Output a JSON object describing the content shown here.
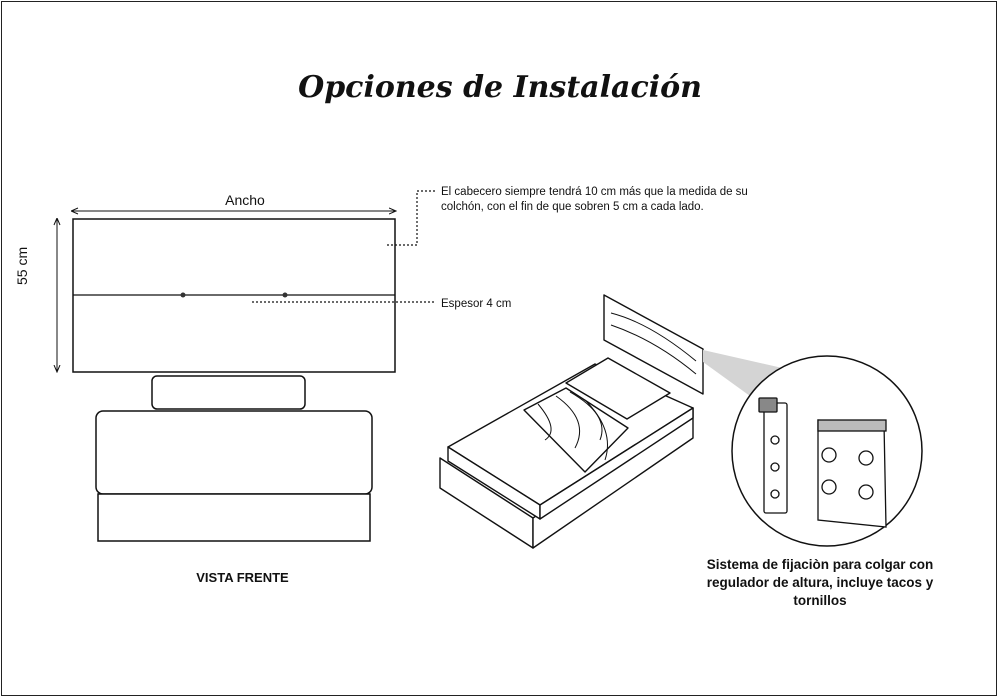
{
  "title": "Opciones de Instalación",
  "dimensions": {
    "width_label": "Ancho",
    "height_label": "55 cm"
  },
  "notes": {
    "width_note": "El cabecero siempre tendrá 10 cm más que la medida de su colchón, con el fin de que sobren 5 cm a cada lado.",
    "thickness_note": "Espesor 4 cm"
  },
  "front_view_label": "VISTA FRENTE",
  "fixing_system_label": "Sistema de fijaciòn para colgar con regulador de altura, incluye tacos y tornillos"
}
